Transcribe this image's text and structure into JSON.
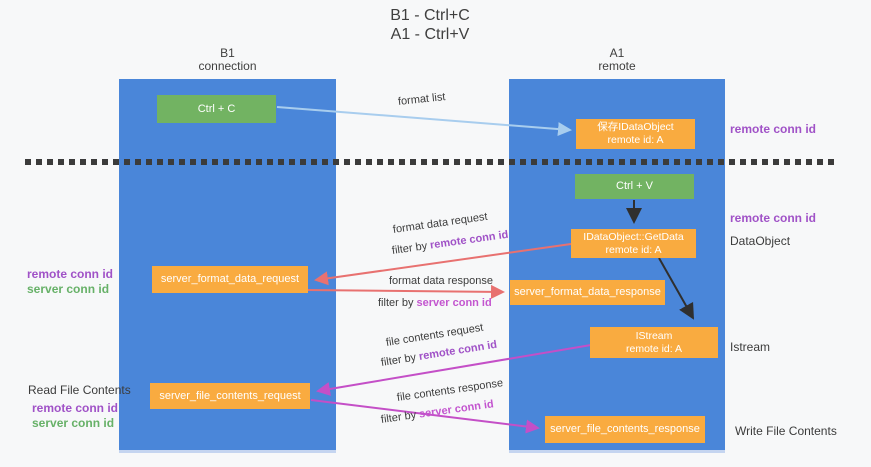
{
  "title": {
    "line1": "B1 - Ctrl+C",
    "line2": "A1 - Ctrl+V"
  },
  "lanes": {
    "left": {
      "title": "B1",
      "subtitle": "connection"
    },
    "right": {
      "title": "A1",
      "subtitle": "remote"
    }
  },
  "nodes": {
    "ctrl_c": {
      "label": "Ctrl + C"
    },
    "ctrl_v": {
      "label": "Ctrl + V"
    },
    "save_idataobject": {
      "line1": "保存IDataObject",
      "line2": "remote id: A"
    },
    "getdata": {
      "line1": "IDataObject::GetData",
      "line2": "remote id: A"
    },
    "istream": {
      "line1": "IStream",
      "line2": "remote id: A"
    },
    "format_request": {
      "label": "server_format_data_request"
    },
    "format_response": {
      "label": "server_format_data_response"
    },
    "file_request": {
      "label": "server_file_contents_request"
    },
    "file_response": {
      "label": "server_file_contents_response"
    }
  },
  "edge_labels": {
    "format_list": "format list",
    "format_data_request": "format data request",
    "format_data_response": "format data response",
    "file_contents_request": "file contents request",
    "file_contents_response": "file contents response"
  },
  "filters": {
    "prefix": "filter by ",
    "remote": "remote conn id",
    "server": "server conn id"
  },
  "side_labels": {
    "remote_conn_id_top": "remote conn id",
    "remote_conn_id_mid": "remote conn id",
    "dataobject": "DataObject",
    "istream": "Istream",
    "write_file_contents": "Write File Contents",
    "read_file_contents": "Read File Contents",
    "remote_conn_id_left": "remote conn id",
    "server_conn_id_left": "server conn id",
    "remote_conn_id_bottom": "remote conn id",
    "server_conn_id_bottom": "server conn id"
  },
  "colors": {
    "lane_blue": "#4a86d9",
    "box_orange": "#f9ab40",
    "box_green": "#72b362",
    "arrow_salmon": "#e87170",
    "arrow_magenta": "#c44fc7",
    "arrow_light_blue": "#a8cdee",
    "arrow_black": "#2f2f2f",
    "text_purple": "#a052c7",
    "text_magenta": "#c355cf",
    "text_green": "#67b168",
    "background": "#f7f8f9"
  }
}
